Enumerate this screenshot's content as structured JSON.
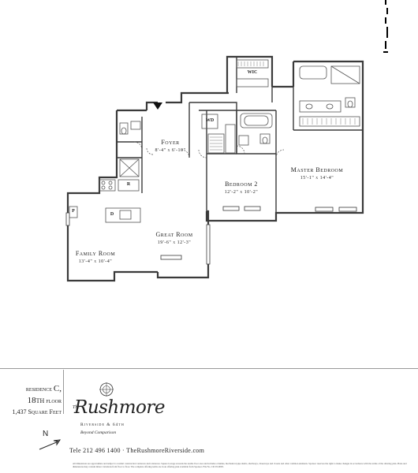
{
  "rooms": {
    "foyer": {
      "name": "Foyer",
      "dims": "8'-4\" x 6'-10\""
    },
    "great_room": {
      "name": "Great Room",
      "dims": "19'-6\" x 12'-3\""
    },
    "family_room": {
      "name": "Family Room",
      "dims": "13'-4\" x 10'-4\""
    },
    "bedroom2": {
      "name": "Bedroom 2",
      "dims": "12'-2\" x 10'-2\""
    },
    "master_bedroom": {
      "name": "Master Bedroom",
      "dims": "15'-1\" x 14'-4\""
    }
  },
  "fixtures": {
    "wic": "WIC",
    "wd": "WD",
    "refrigerator": "R",
    "dishwasher": "D",
    "pantry": "P"
  },
  "residence": {
    "line1_prefix": "residence",
    "unit": "C,",
    "floor_num": "18th",
    "floor_word": "floor",
    "square_feet": "1,437 Square Feet"
  },
  "north_label": "N",
  "logo": {
    "the": "The",
    "name": "Rushmore",
    "address": "Riverside & 64th",
    "tagline": "Beyond Comparison"
  },
  "contact": "Tele 212 496 1400 · TheRushmoreRiverside.com",
  "disclaimer": "All dimensions are approximate and subject to normal construction variances and tolerances. Square footage exceeds the usable floor area and includes columns, mechanical pipe shafts, shaftways, chaseways and closets and other common elements. Sponsor reserves the right to make changes in accordance with the terms of the offering plan. Plans and dimensions may contain minor variations from floor to floor. The complete offering terms are in an offering plan available from Sponsor. File No. CD 03-0093.",
  "colors": {
    "wall": "#3a3a3a",
    "fixture": "#555555",
    "rule": "#999999"
  }
}
